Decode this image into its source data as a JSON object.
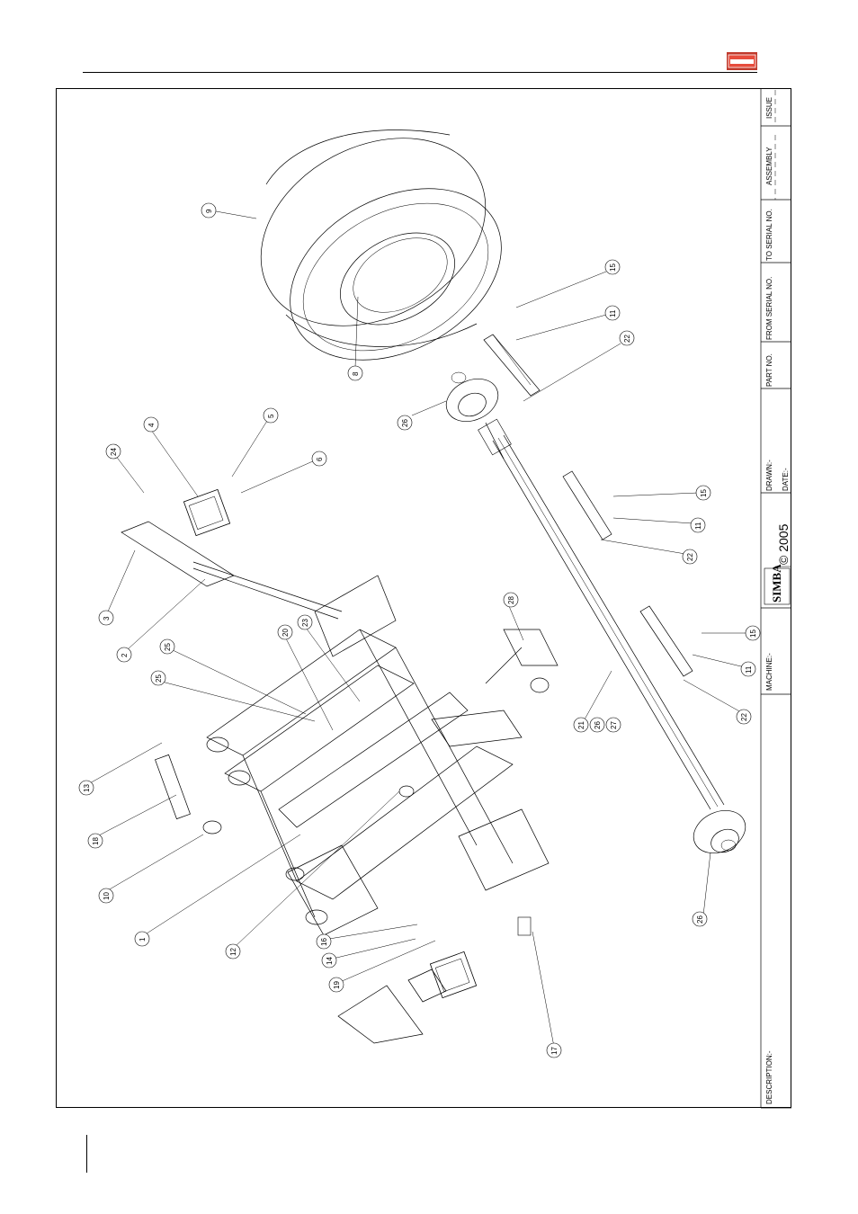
{
  "header": {
    "logo_text": "SIMBA"
  },
  "title_block": {
    "description_label": "DESCRIPTION:-",
    "machine_label": "MACHINE:-",
    "brand": "SIMBA",
    "copyright": "© 2005",
    "drawn_label": "DRAWN:-",
    "date_label": "DATE:-",
    "part_no_label": "PART NO.",
    "from_serial_label": "FROM SERIAL NO.",
    "to_serial_label": "TO SERIAL NO.",
    "assembly_label": "ASSEMBLY",
    "issue_label": "ISSUE"
  },
  "callouts": [
    "9",
    "8",
    "26",
    "15",
    "11",
    "22",
    "4",
    "24",
    "5",
    "6",
    "3",
    "2",
    "15",
    "11",
    "22",
    "28",
    "20",
    "23",
    "25",
    "25",
    "21",
    "26",
    "27",
    "15",
    "11",
    "22",
    "13",
    "18",
    "10",
    "1",
    "12",
    "16",
    "14",
    "19",
    "26",
    "17"
  ]
}
